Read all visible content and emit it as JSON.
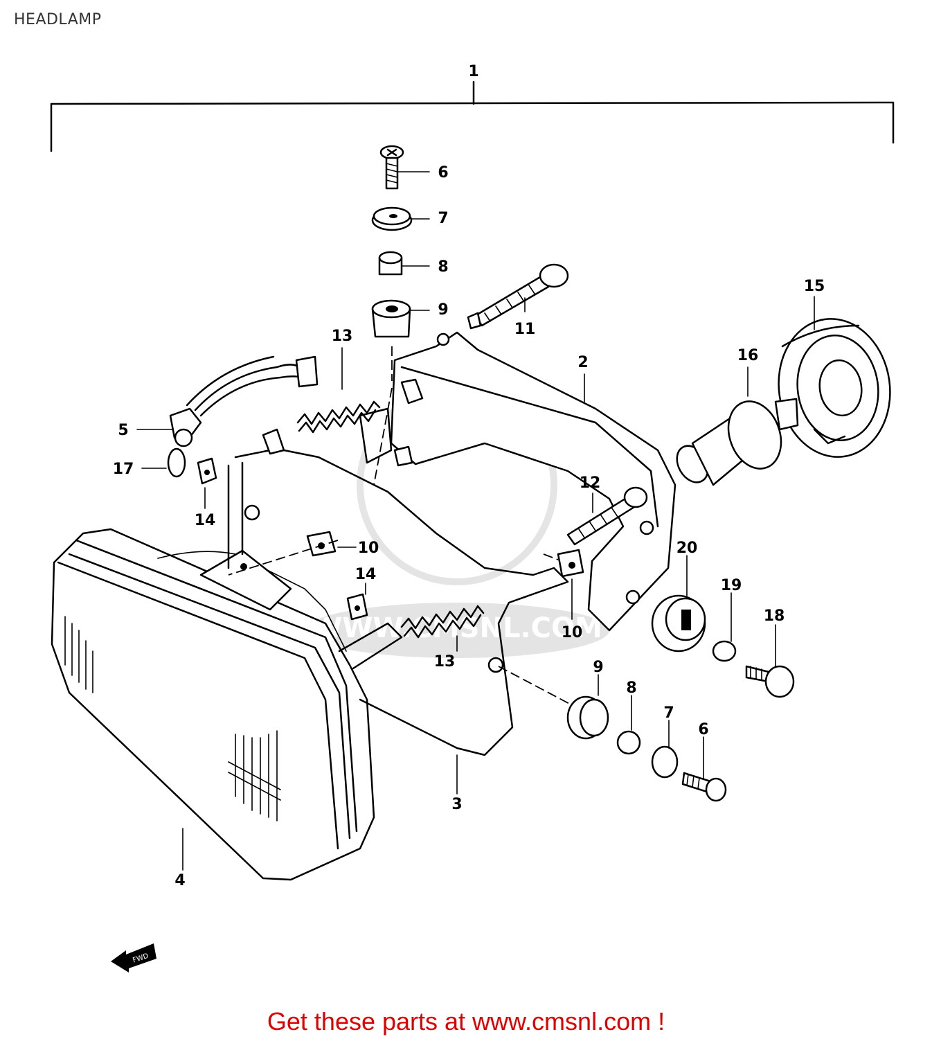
{
  "page": {
    "title": "HEADLAMP",
    "footer_link": "Get these parts at www.cmsnl.com !"
  },
  "diagram": {
    "callouts": [
      "1",
      "2",
      "3",
      "4",
      "5",
      "6",
      "7",
      "8",
      "9",
      "10",
      "11",
      "12",
      "13",
      "14",
      "15",
      "16",
      "17",
      "18",
      "19",
      "20"
    ],
    "labels": {
      "c1": "1",
      "c2": "2",
      "c3": "3",
      "c4": "4",
      "c5": "5",
      "c6a": "6",
      "c7a": "7",
      "c8a": "8",
      "c9a": "9",
      "c10a": "10",
      "c11": "11",
      "c12": "12",
      "c13a": "13",
      "c14a": "14",
      "c15": "15",
      "c16": "16",
      "c17": "17",
      "c18": "18",
      "c19": "19",
      "c20": "20",
      "c14b": "14",
      "c10b": "10",
      "c13b": "13",
      "c9b": "9",
      "c8b": "8",
      "c7b": "7",
      "c6b": "6"
    },
    "fwd_arrow_text": "FWD",
    "watermark_text": "WWW.CMSNL.COM"
  },
  "colors": {
    "footer": "#e00000",
    "ink": "#000000",
    "title": "#333333"
  }
}
